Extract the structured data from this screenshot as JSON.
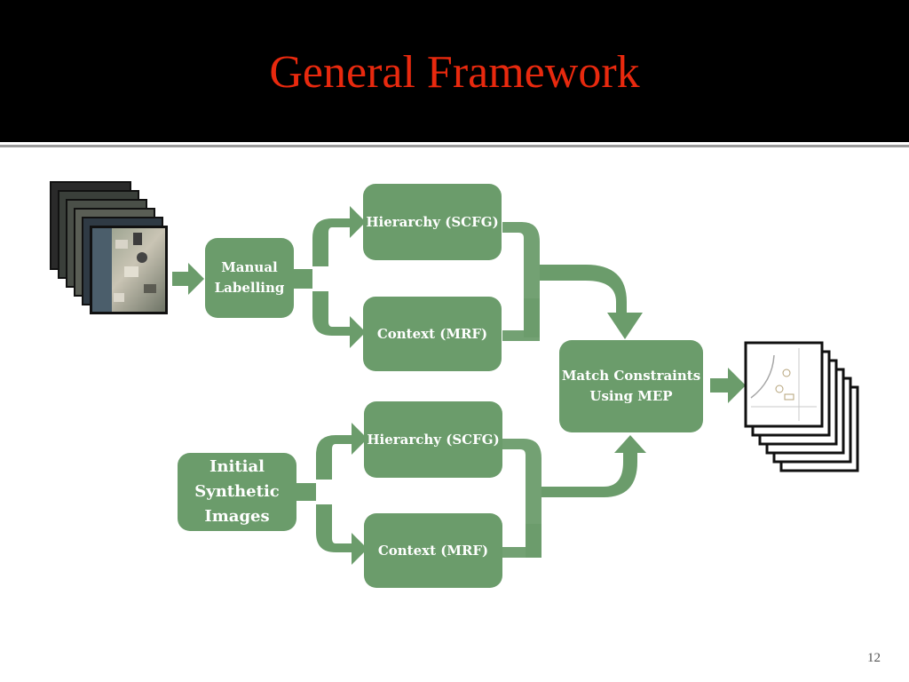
{
  "slide": {
    "title": "General Framework",
    "page_number": "12"
  },
  "diagram": {
    "nodes": {
      "manual_labelling": "Manual\nLabelling",
      "hierarchy_top": "Hierarchy (SCFG)",
      "context_top": "Context (MRF)",
      "initial_synthetic": "Initial\nSynthetic\nImages",
      "hierarchy_bottom": "Hierarchy (SCFG)",
      "context_bottom": "Context (MRF)",
      "match_constraints": "Match Constraints\nUsing MEP"
    },
    "inputs": "aerial-image-stack",
    "outputs": "map-sketch-stack"
  },
  "colors": {
    "header_bg": "#000000",
    "title": "#e8290e",
    "node_fill": "#6b9c6b",
    "node_text": "#ffffff"
  }
}
